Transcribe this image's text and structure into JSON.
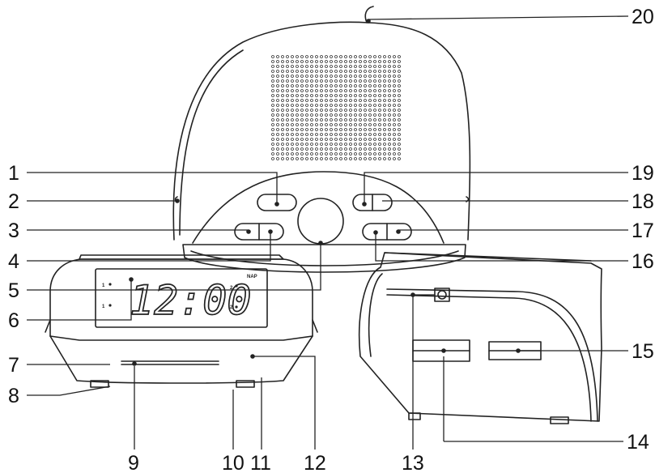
{
  "display": {
    "time": "12:00",
    "nap": "NAP",
    "alarm1": "1",
    "alarm2": "2"
  },
  "callouts": [
    {
      "label": "1"
    },
    {
      "label": "2"
    },
    {
      "label": "3"
    },
    {
      "label": "4"
    },
    {
      "label": "5"
    },
    {
      "label": "6"
    },
    {
      "label": "7"
    },
    {
      "label": "8"
    },
    {
      "label": "9"
    },
    {
      "label": "10"
    },
    {
      "label": "11"
    },
    {
      "label": "12"
    },
    {
      "label": "13"
    },
    {
      "label": "14"
    },
    {
      "label": "15"
    },
    {
      "label": "16"
    },
    {
      "label": "17"
    },
    {
      "label": "18"
    },
    {
      "label": "19"
    },
    {
      "label": "20"
    }
  ]
}
